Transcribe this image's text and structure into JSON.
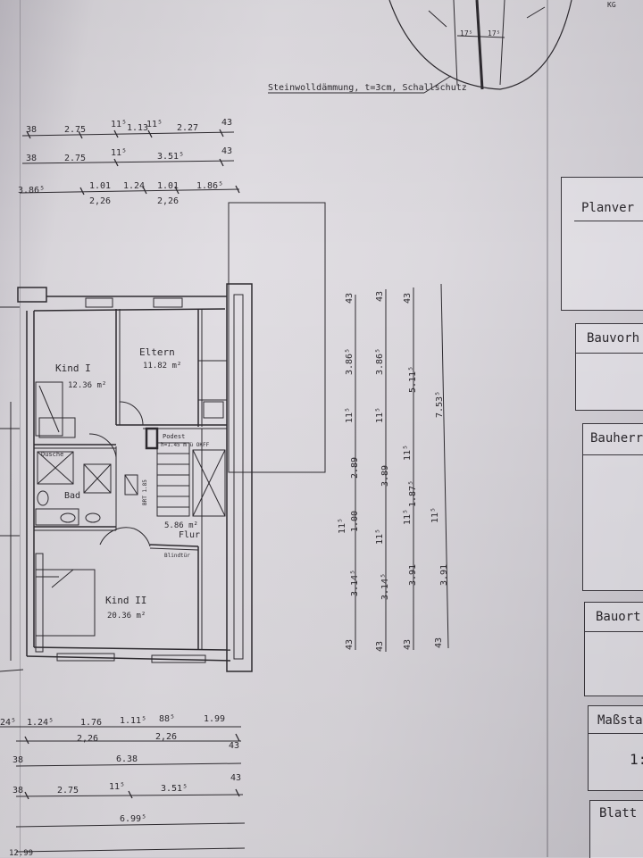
{
  "header": {
    "insulation_note": "Steinwolldämmung, t=3cm, Schallschutz",
    "corner_mark": "KG",
    "detail_dims": [
      "17⁵",
      "17⁵"
    ]
  },
  "top_dims": {
    "row1": [
      "38",
      "2.75",
      "11⁵",
      "1.13",
      "11⁵",
      "2.27",
      "43"
    ],
    "row2": [
      "38",
      "2.75",
      "11⁵",
      "3.51⁵",
      "43"
    ],
    "row3_top": [
      "3.86⁵",
      "1.01",
      "1.24",
      "1.01",
      "1.86⁵"
    ],
    "row3_bottom": [
      "2,26",
      "2,26"
    ]
  },
  "rooms": {
    "kind1_name": "Kind I",
    "kind1_area": "12.36 m²",
    "eltern_name": "Eltern",
    "eltern_area": "11.82 m²",
    "podest": "Podest",
    "podest_level": "h=1.45 m ü OKFF",
    "dusche": "Dusche",
    "bad": "Bad",
    "flur_area": "5.86 m²",
    "flur_name": "Flur",
    "blindtuer": "Blindtür",
    "brt": "BRT 1.85",
    "kind2_name": "Kind II",
    "kind2_area": "20.36 m²"
  },
  "side_dims": {
    "col1": [
      "43",
      "3.86⁵",
      "11⁵",
      "2.89",
      "11⁵",
      "1.00",
      "3.14⁵",
      "43"
    ],
    "col2": [
      "43",
      "3.86⁵",
      "11⁵",
      "3.89",
      "11⁵",
      "3.14⁵",
      "43"
    ],
    "col3": [
      "43",
      "5.11⁵",
      "11⁵",
      "1.87⁵",
      "11⁵",
      "3.91",
      "43"
    ],
    "col4": [
      "7.53⁵",
      "11⁵",
      "3.91",
      "43"
    ]
  },
  "bottom_dims": {
    "row1_top": [
      "24⁵",
      "1.24⁵",
      "1.76",
      "1.11⁵",
      "88⁵",
      "1.99"
    ],
    "row1_bottom": [
      "2,26",
      "2,26"
    ],
    "row2": [
      "38",
      "6.38",
      "43"
    ],
    "row3": [
      "38",
      "2.75",
      "11⁵",
      "3.51⁵",
      "43"
    ],
    "row4": [
      "6.99⁵"
    ],
    "row5": [
      "12.99"
    ]
  },
  "title_block": {
    "planverfasser": "Planver",
    "bauvorhaben": "Bauvorh",
    "bauherr": "Bauherr",
    "bauort": "Bauort",
    "massstab": "Maßsta",
    "massstab_value": "1:",
    "blatt": "Blatt"
  }
}
